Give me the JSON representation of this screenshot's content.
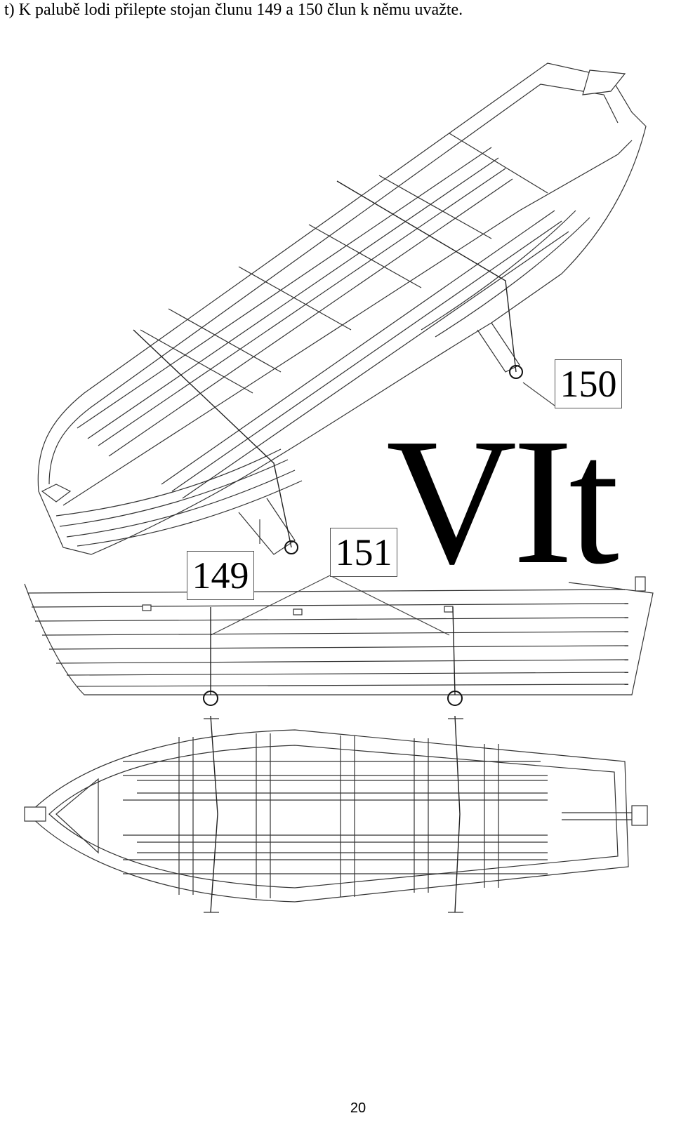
{
  "instruction": "t) K palubě lodi přilepte stojan člunu 149 a 150 člun k němu uvažte.",
  "labels": {
    "part_150": "150",
    "part_151": "151",
    "part_149": "149"
  },
  "step_code": "VIt",
  "page_number": "20"
}
